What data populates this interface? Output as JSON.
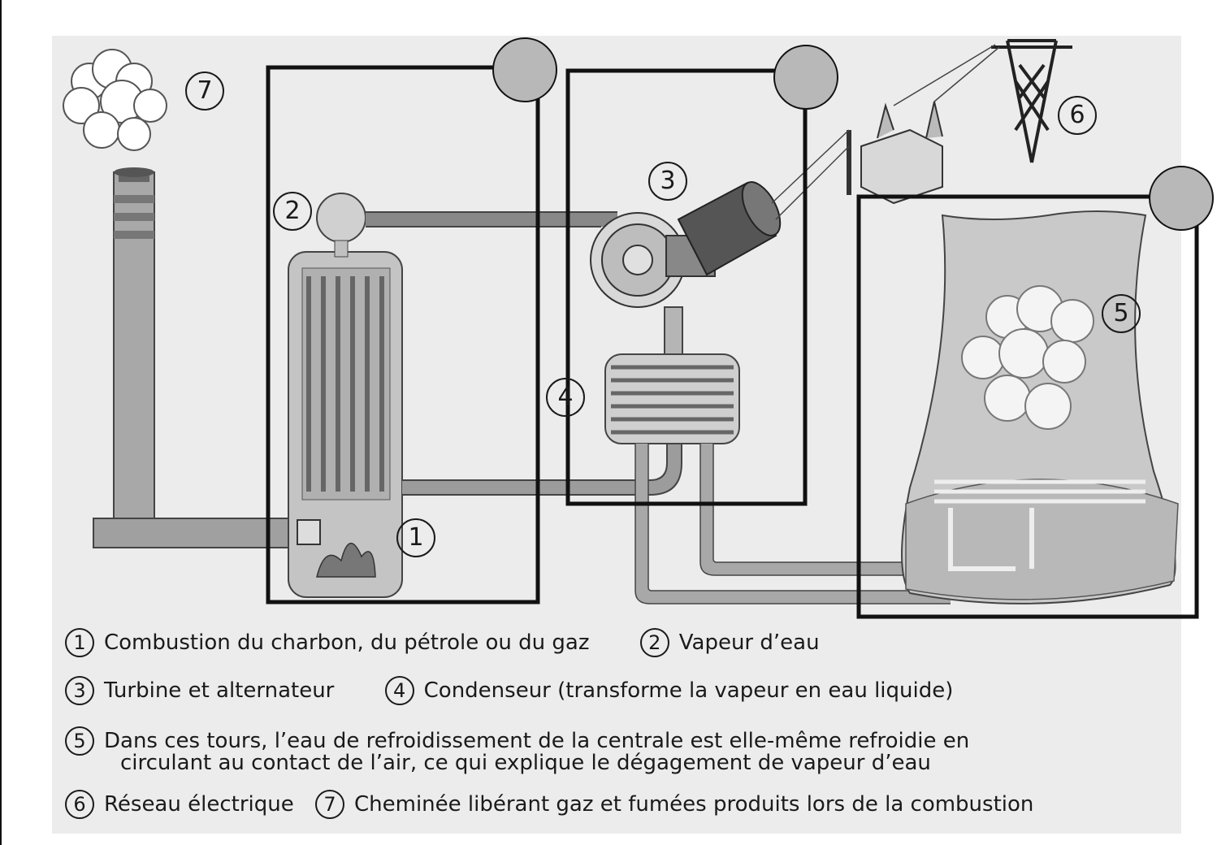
{
  "callouts": {
    "n1": "1",
    "n2": "2",
    "n3": "3",
    "n4": "4",
    "n5": "5",
    "n6": "6",
    "n7": "7"
  },
  "legend": {
    "l1_num": "1",
    "l1_text": "Combustion du charbon, du pétrole ou du gaz",
    "l2_num": "2",
    "l2_text": "Vapeur d’eau",
    "l3_num": "3",
    "l3_text": "Turbine et alternateur",
    "l4_num": "4",
    "l4_text": "Condenseur (transforme la vapeur en eau liquide)",
    "l5_num": "5",
    "l5_text_a": "Dans ces tours, l’eau de refroidissement de la centrale est elle-même refroidie en",
    "l5_text_b": "circulant au contact de l’air, ce qui explique le dégagement de vapeur d’eau",
    "l6_num": "6",
    "l6_text": "Réseau électrique",
    "l7_num": "7",
    "l7_text": "Cheminée libérant gaz et fumées produits lors de la combustion"
  },
  "colors": {
    "outline": "#111111",
    "marker_fill": "#b8b8b8",
    "steel": "#9a9a9a",
    "tower": "#c9c9c9"
  }
}
